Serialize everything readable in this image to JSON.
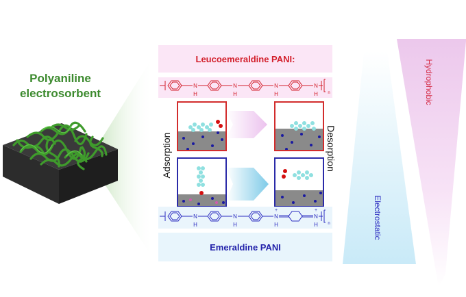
{
  "figure": {
    "left": {
      "title_line1": "Polyaniline",
      "title_line2": "electrosorbent"
    },
    "center": {
      "top_label": "Leucoemeraldine PANI:",
      "bottom_label": "Emeraldine PANI",
      "top_chain": {
        "atoms": [
          "N",
          "N",
          "N",
          "N"
        ],
        "hydrogens": [
          "H",
          "H",
          "H",
          "H"
        ],
        "subscript": "n"
      },
      "bottom_chain": {
        "atoms": [
          "N",
          "N",
          "N",
          "N"
        ],
        "hydrogens": [
          "H",
          "H",
          "H",
          "H"
        ],
        "charges": [
          "+",
          "+"
        ],
        "subscript": "n"
      },
      "left_side_label": "Adsorption",
      "right_side_label": "Desorption",
      "panels": [
        {
          "name": "leuco-adsorbed",
          "state": "Adsorption",
          "form": "Leucoemeraldine"
        },
        {
          "name": "leuco-desorbed",
          "state": "Desorption",
          "form": "Leucoemeraldine"
        },
        {
          "name": "emer-adsorbed",
          "state": "Adsorption",
          "form": "Emeraldine"
        },
        {
          "name": "emer-desorbed",
          "state": "Desorption",
          "form": "Emeraldine"
        }
      ]
    },
    "right": {
      "hydrophobic_label": "Hydrophobic",
      "electrostatic_label": "Electrostatic"
    },
    "colors": {
      "green_title": "#3c8a2e",
      "red": "#d3202c",
      "blue": "#2222aa",
      "pink_bg": "#fbe6f6",
      "blue_bg": "#e8f5fc"
    }
  }
}
